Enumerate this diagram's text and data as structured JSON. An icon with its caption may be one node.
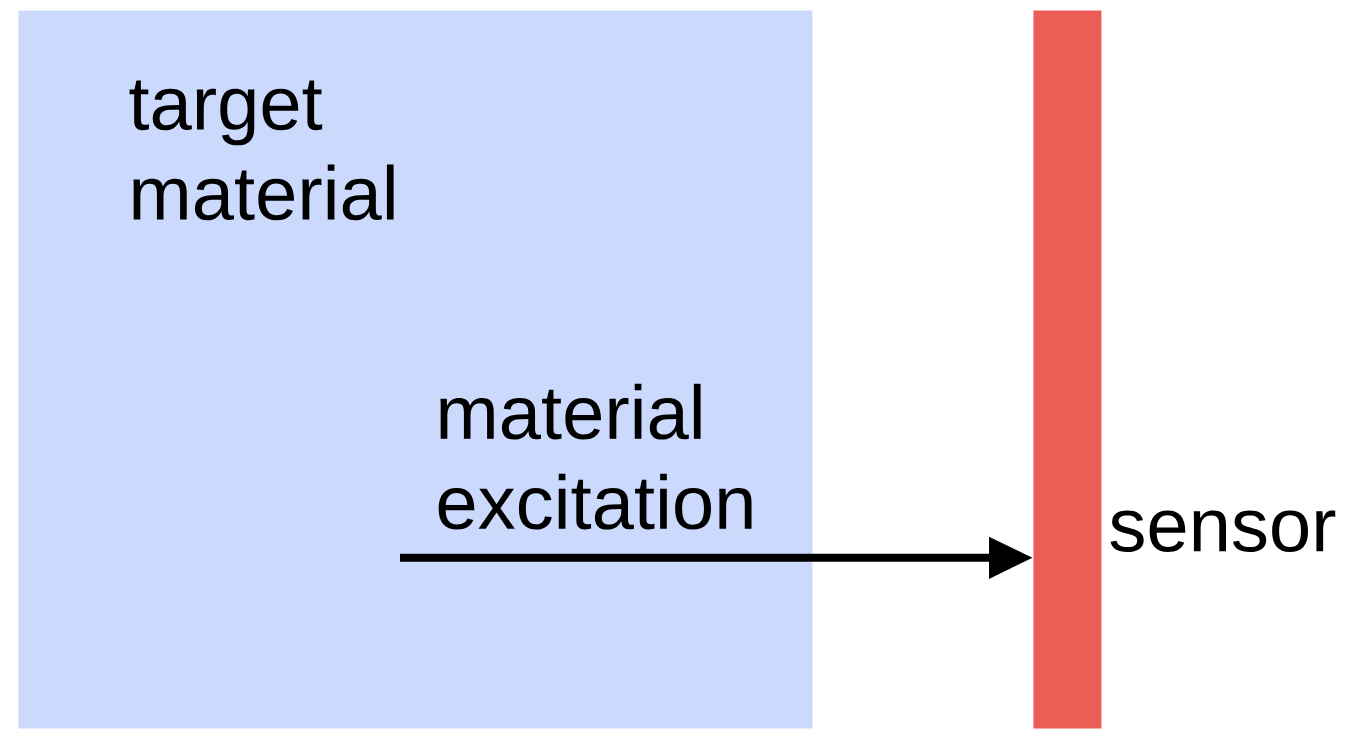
{
  "diagram": {
    "nodes": [
      {
        "text": [
          "target material"
        ]
      },
      {
        "text": [
          "sensor"
        ]
      }
    ],
    "edges": [
      {
        "from": 0,
        "to": 1,
        "arrow": "to",
        "label": "material excitation"
      }
    ]
  }
}
